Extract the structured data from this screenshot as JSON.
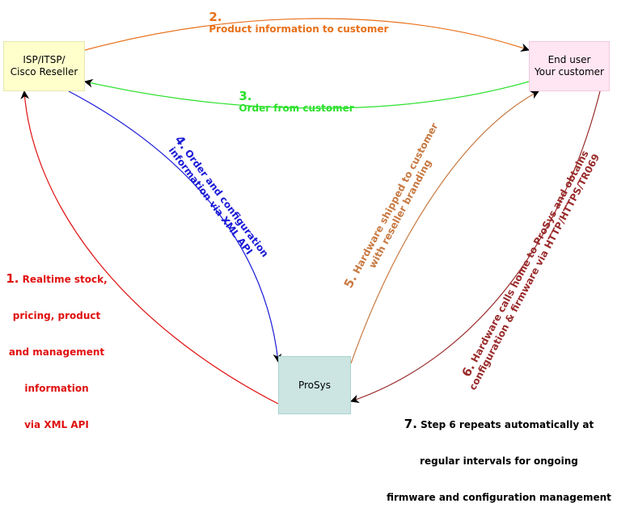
{
  "colors": {
    "red": "#e01010",
    "orange": "#e8701a",
    "green": "#2ce02c",
    "blue": "#1a1ad6",
    "tan": "#c87941",
    "maroon": "#9a2b2b"
  },
  "nodes": {
    "isp": {
      "line1": "ISP/ITSP/",
      "line2": "Cisco Reseller"
    },
    "end_user": {
      "line1": "End user",
      "line2": "Your customer"
    },
    "prosys": {
      "label": "ProSys"
    }
  },
  "steps": {
    "s1": {
      "num": "1.",
      "lines": [
        "Realtime stock,",
        "pricing, product",
        "and management",
        "information",
        "via XML API"
      ]
    },
    "s2": {
      "num": "2.",
      "text": "Product information to customer"
    },
    "s3": {
      "num": "3.",
      "text": "Order from customer"
    },
    "s4": {
      "num": "4.",
      "text": "Order and configuration\ninformation via XML API"
    },
    "s5": {
      "num": "5.",
      "text": "Hardware shipped to customer\nwith reseller branding"
    },
    "s6": {
      "num": "6.",
      "text": "Hardware calls home to ProSys and obtains\nconfiguration & firmware via HTTP/HTTPS/TR069"
    },
    "s7": {
      "num": "7.",
      "lines": [
        "Step 6 repeats automatically at",
        "regular intervals for ongoing",
        "firmware and configuration management"
      ]
    }
  }
}
